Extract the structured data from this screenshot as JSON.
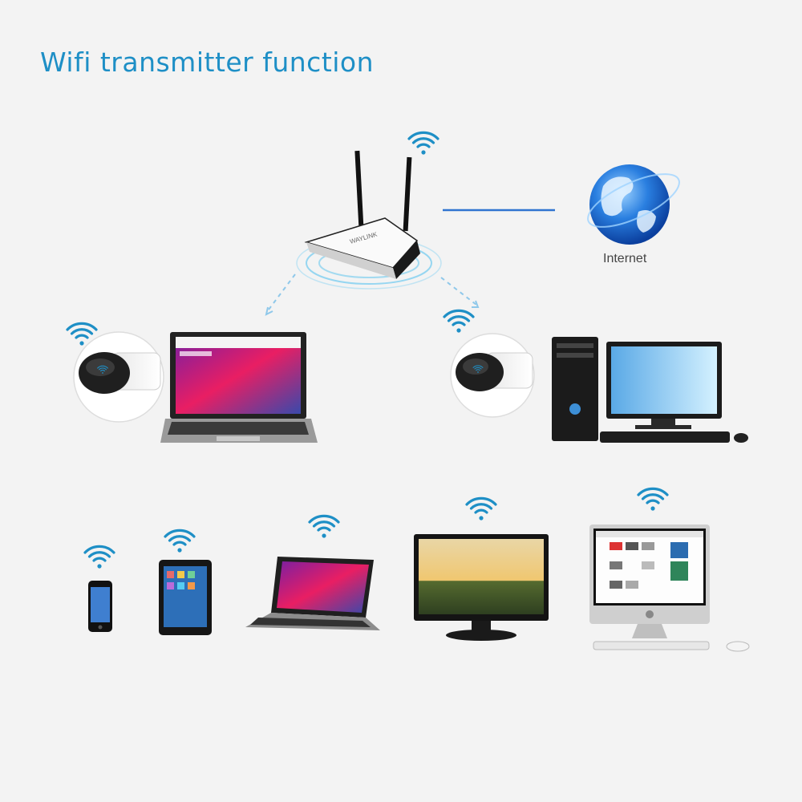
{
  "title": "Wifi transmitter function",
  "internet_label": "Internet",
  "router_brand": "WAYLINK",
  "colors": {
    "title": "#1e8fc6",
    "wifi": "#1e8fc6",
    "link": "#2f74d0",
    "background": "#f3f3f3"
  },
  "icons": [
    "wifi-icon",
    "globe-icon",
    "router-icon",
    "usb-adapter-icon",
    "laptop-icon",
    "desktop-icon",
    "phone-icon",
    "tablet-icon",
    "monitor-icon",
    "imac-icon"
  ]
}
